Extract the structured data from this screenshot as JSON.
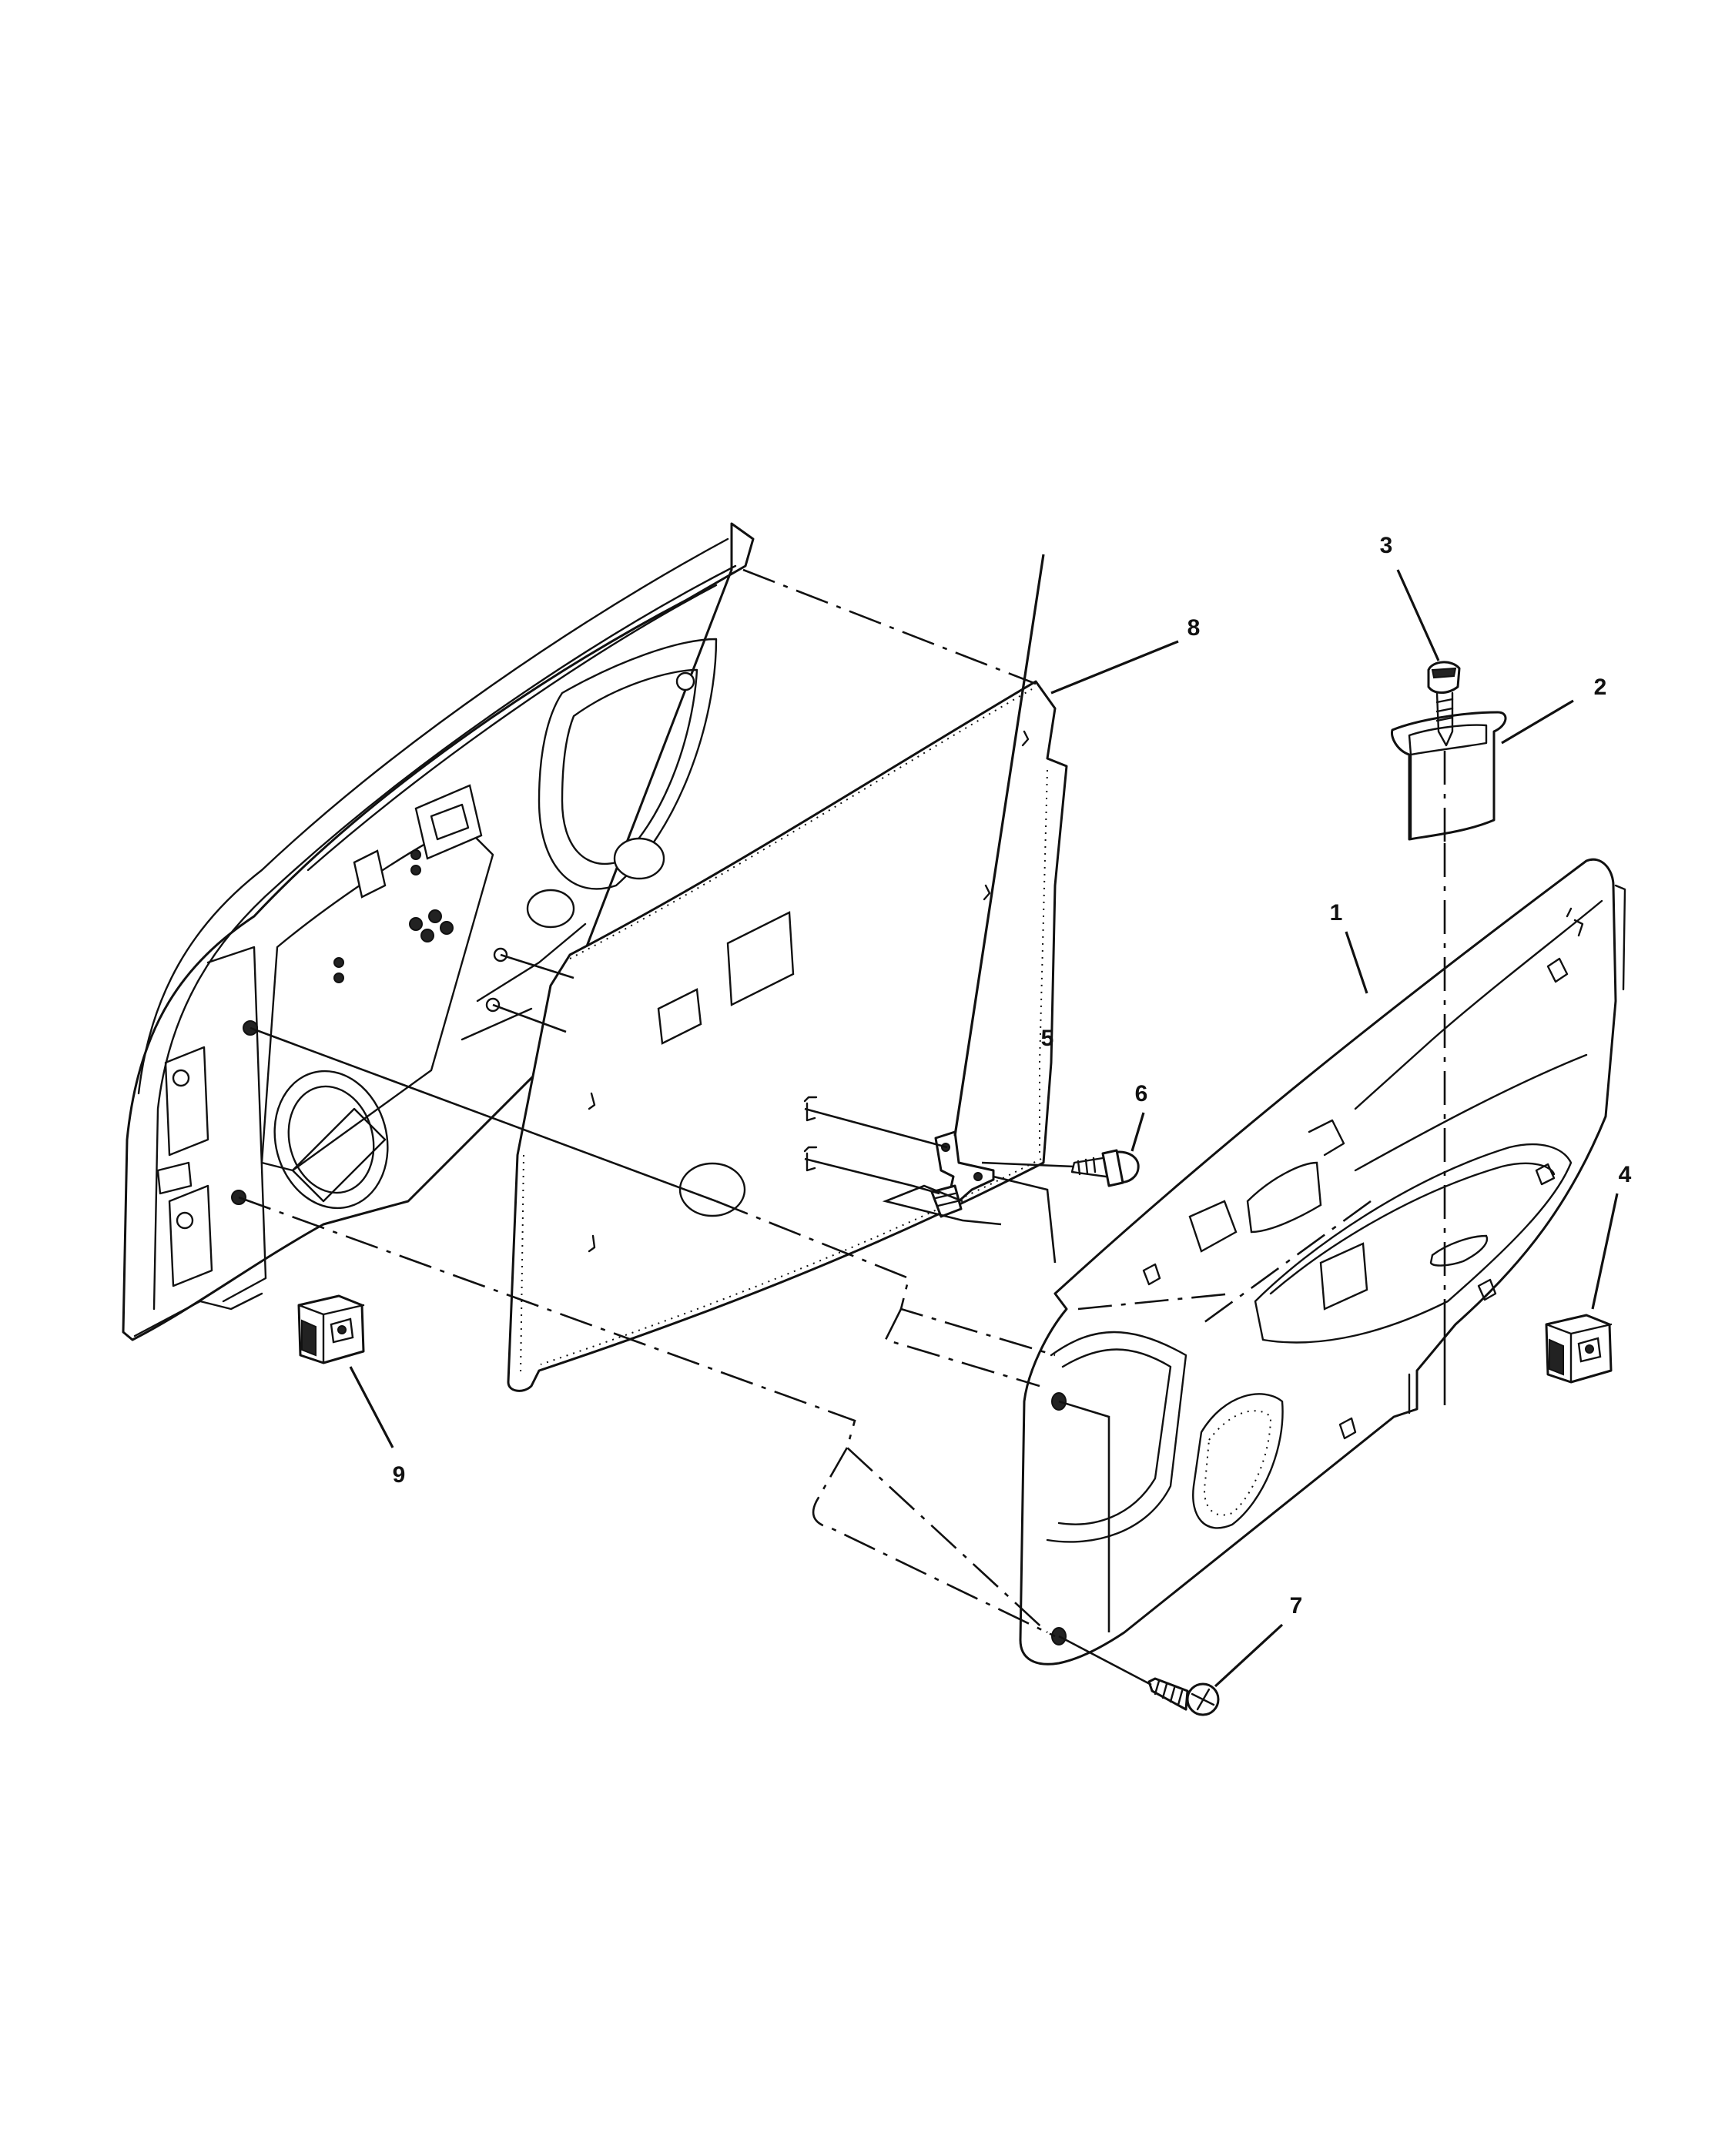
{
  "diagram": {
    "callouts": [
      {
        "id": "callout-1",
        "label": "1"
      },
      {
        "id": "callout-2",
        "label": "2"
      },
      {
        "id": "callout-3",
        "label": "3"
      },
      {
        "id": "callout-4",
        "label": "4"
      },
      {
        "id": "callout-5",
        "label": "5"
      },
      {
        "id": "callout-6",
        "label": "6"
      },
      {
        "id": "callout-7",
        "label": "7"
      },
      {
        "id": "callout-8",
        "label": "8"
      },
      {
        "id": "callout-9",
        "label": "9"
      }
    ],
    "line_color": "#111111",
    "background_color": "#ffffff"
  }
}
